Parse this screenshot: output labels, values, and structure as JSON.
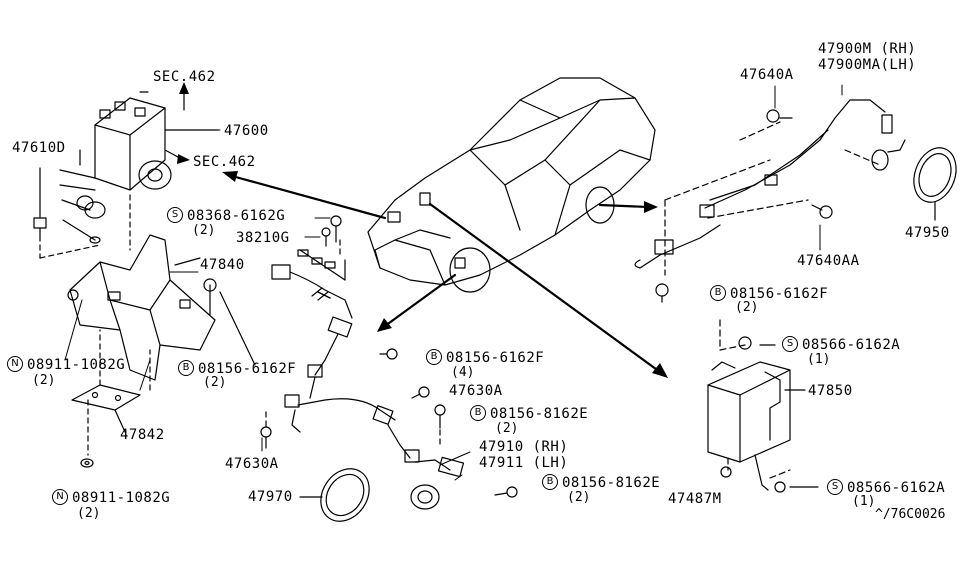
{
  "refs": {
    "sec462_top": "SEC.462",
    "sec462_mid": "SEC.462"
  },
  "parts": {
    "p47600": "47600",
    "p47610d": "47610D",
    "p47840": "47840",
    "p47842": "47842",
    "p38210g": "38210G",
    "p47630a_top": "47630A",
    "p47630a_bot": "47630A",
    "p47970": "47970",
    "p47910": "47910 (RH)",
    "p47911": "47911 (LH)",
    "p47640a": "47640A",
    "p47900m": "47900M (RH)",
    "p47900ma": "47900MA(LH)",
    "p47950": "47950",
    "p47640aa": "47640AA",
    "p47850": "47850",
    "p47487m": "47487M"
  },
  "fasteners": {
    "n1": {
      "prefix": "N",
      "part": "08911-1082G",
      "qty": "(2)"
    },
    "n2": {
      "prefix": "N",
      "part": "08911-1082G",
      "qty": "(2)"
    },
    "s1": {
      "prefix": "S",
      "part": "08368-6162G",
      "qty": "(2)"
    },
    "b1": {
      "prefix": "B",
      "part": "08156-6162F",
      "qty": "(2)"
    },
    "b2": {
      "prefix": "B",
      "part": "08156-6162F",
      "qty": "(4)"
    },
    "b3": {
      "prefix": "B",
      "part": "08156-8162E",
      "qty": "(2)"
    },
    "b4": {
      "prefix": "B",
      "part": "08156-8162E",
      "qty": "(2)"
    },
    "b5": {
      "prefix": "B",
      "part": "08156-6162F",
      "qty": "(2)"
    },
    "s2": {
      "prefix": "S",
      "part": "08566-6162A",
      "qty": "(1)"
    },
    "s3": {
      "prefix": "S",
      "part": "08566-6162A",
      "qty": "(1)"
    }
  },
  "diagram_code": "^/76C0026"
}
